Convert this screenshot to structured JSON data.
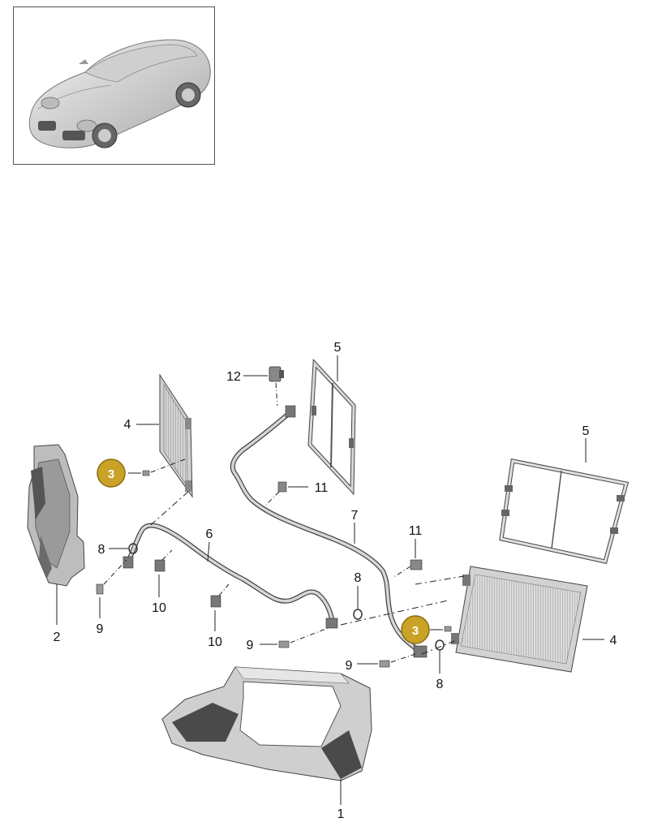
{
  "overview": {
    "vehicle_icon": "car-overview-icon"
  },
  "callouts": {
    "c1": "1",
    "c2": "2",
    "c3a": "3",
    "c3b": "3",
    "c4a": "4",
    "c4b": "4",
    "c5a": "5",
    "c5b": "5",
    "c6": "6",
    "c7": "7",
    "c8a": "8",
    "c8b": "8",
    "c8c": "8",
    "c9a": "9",
    "c9b": "9",
    "c9c": "9",
    "c10a": "10",
    "c10b": "10",
    "c11a": "11",
    "c11b": "11",
    "c12": "12"
  },
  "colors": {
    "badge": "#c9a227",
    "badge_border": "#8a6d12",
    "part_fill": "#d9d9d9",
    "part_dark": "#6e6e6e",
    "line": "#222222"
  }
}
